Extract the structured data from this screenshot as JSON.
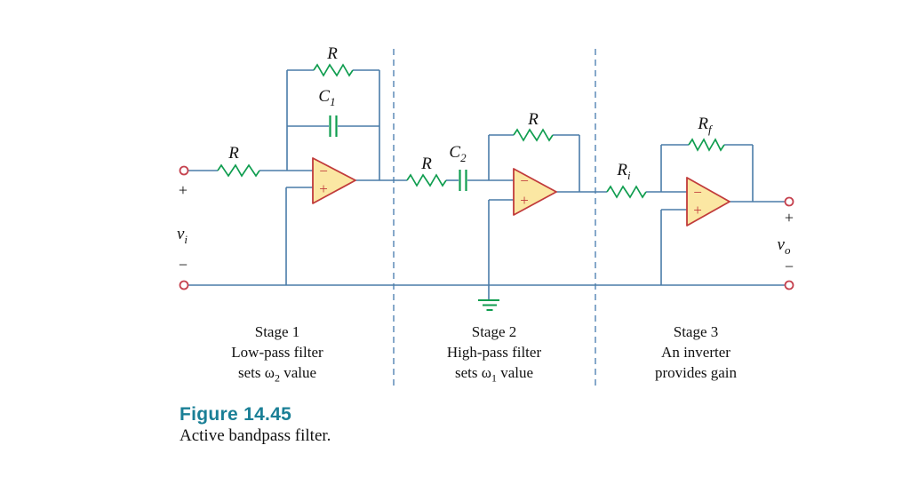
{
  "figure": {
    "label": "Figure 14.45",
    "caption": "Active bandpass filter."
  },
  "colors": {
    "wire": "#4A7CA8",
    "component_green": "#0F9D4F",
    "opamp_fill": "#FBE7A3",
    "opamp_stroke": "#C13B3B",
    "terminal_red": "#C5414E",
    "divider_blue": "#5E8CB8",
    "figure_label_teal": "#1A7F96"
  },
  "terminals": {
    "input": {
      "plus": "+",
      "minus": "−",
      "label_base": "v",
      "label_sub": "i"
    },
    "output": {
      "plus": "+",
      "minus": "−",
      "label_base": "v",
      "label_sub": "o"
    }
  },
  "components": {
    "r_input": {
      "base": "R",
      "sub": ""
    },
    "r_feedback1": {
      "base": "R",
      "sub": ""
    },
    "c1": {
      "base": "C",
      "sub": "1"
    },
    "r_series2": {
      "base": "R",
      "sub": ""
    },
    "c2": {
      "base": "C",
      "sub": "2"
    },
    "r_feedback2": {
      "base": "R",
      "sub": ""
    },
    "r_i": {
      "base": "R",
      "sub": "i"
    },
    "r_f": {
      "base": "R",
      "sub": "f"
    }
  },
  "opamps": {
    "minus": "−",
    "plus": "+"
  },
  "stages": [
    {
      "title": "Stage 1",
      "desc": "Low-pass filter",
      "note_pre": "sets ω",
      "note_sub": "2",
      "note_post": " value"
    },
    {
      "title": "Stage 2",
      "desc": "High-pass filter",
      "note_pre": "sets ω",
      "note_sub": "1",
      "note_post": " value"
    },
    {
      "title": "Stage 3",
      "desc": "An inverter",
      "note_pre": "provides gain",
      "note_sub": "",
      "note_post": ""
    }
  ]
}
